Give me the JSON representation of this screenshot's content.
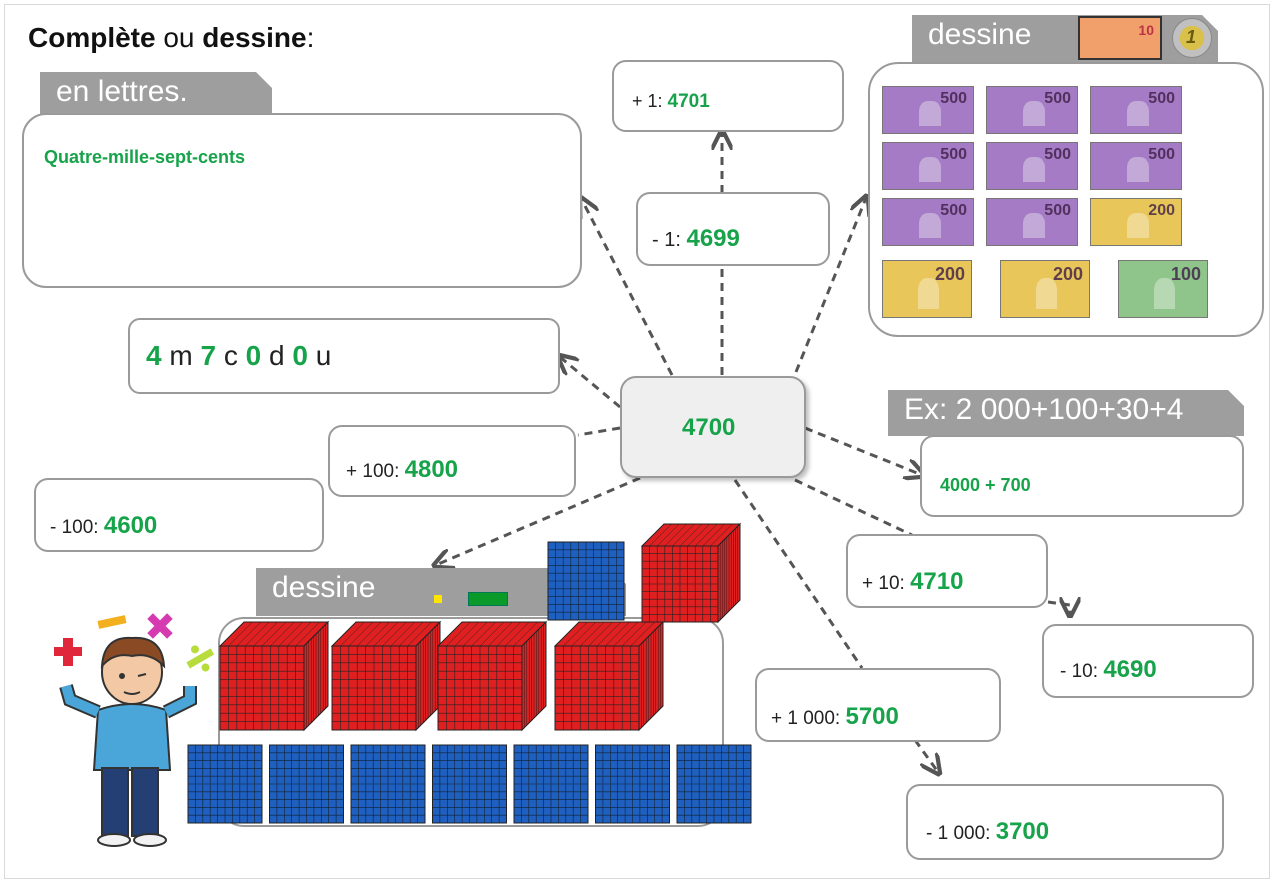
{
  "title": {
    "complete": "Complète",
    "ou": " ou ",
    "dessine": "dessine",
    "colon": ":"
  },
  "letters": {
    "tab": "en lettres.",
    "value": "Quatre-mille-sept-cents"
  },
  "center": {
    "value": "4700"
  },
  "decomp_units": {
    "m_digit": "4",
    "m": "m",
    "c_digit": "7",
    "c": "c",
    "d_digit": "0",
    "d": "d",
    "u_digit": "0",
    "u": "u"
  },
  "ops": {
    "plus1": {
      "label": "+ 1:",
      "value": "4701"
    },
    "minus1": {
      "label": "- 1:",
      "value": "4699"
    },
    "plus100": {
      "label": "+ 100:",
      "value": "4800"
    },
    "minus100": {
      "label": "- 100:",
      "value": "4600"
    },
    "plus10": {
      "label": "+ 10:",
      "value": "4710"
    },
    "minus10": {
      "label": "- 10:",
      "value": "4690"
    },
    "plus1000": {
      "label": "+ 1 000:",
      "value": "5700"
    },
    "minus1000": {
      "label": "- 1 000:",
      "value": "3700"
    }
  },
  "sum": {
    "tab": "Ex: 2 000+100+30+4",
    "value": "4000 + 700"
  },
  "money": {
    "tab": "dessine",
    "banknotes": [
      "500",
      "500",
      "500",
      "500",
      "500",
      "500",
      "500",
      "500",
      "200",
      "200",
      "200",
      "100"
    ],
    "icon_note": "10",
    "icon_coin": "1"
  },
  "blocks": {
    "tab": "dessine",
    "thousand_cubes": 4,
    "hundred_flats": 7
  },
  "colors": {
    "green": "#16a34a",
    "tab_gray": "#9e9e9e",
    "note500": "#a47bc4",
    "note200": "#e9c65a",
    "note100": "#8fc48a",
    "cube_red": "#e02020",
    "flat_blue": "#1f5fbf"
  }
}
